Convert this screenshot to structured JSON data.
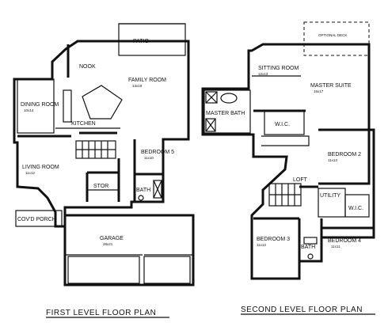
{
  "first_level": {
    "caption": "FIRST LEVEL FLOOR PLAN",
    "rooms": {
      "patio": "PATIO",
      "nook": "NOOK",
      "family_room": "FAMILY ROOM",
      "family_room_size": "13x19",
      "dining_room": "DINING ROOM",
      "dining_room_size": "10x14",
      "kitchen": "KITCHEN",
      "bedroom_5": "BEDROOM 5",
      "bedroom_5_size": "11x10",
      "living_room": "LIVING ROOM",
      "living_room_size": "11x12",
      "stor": "STOR",
      "bath": "BATH",
      "covd_porch": "COV'D PORCH",
      "garage": "GARAGE",
      "garage_size": "28x21"
    }
  },
  "second_level": {
    "caption": "SECOND LEVEL FLOOR PLAN",
    "rooms": {
      "optional_deck": "OPTIONAL DECK",
      "sitting_room": "SITTING ROOM",
      "sitting_room_size": "12x13",
      "master_suite": "MASTER SUITE",
      "master_suite_size": "15x17",
      "master_bath": "MASTER BATH",
      "wic_master": "W.I.C.",
      "bedroom_2": "BEDROOM 2",
      "bedroom_2_size": "11x13",
      "loft": "LOFT",
      "utility": "UTILITY",
      "wic_bed4": "W.I.C.",
      "bedroom_3": "BEDROOM 3",
      "bedroom_3_size": "11x13",
      "bath": "BATH",
      "bedroom_4": "BEDROOM 4",
      "bedroom_4_size": "11x11"
    }
  }
}
